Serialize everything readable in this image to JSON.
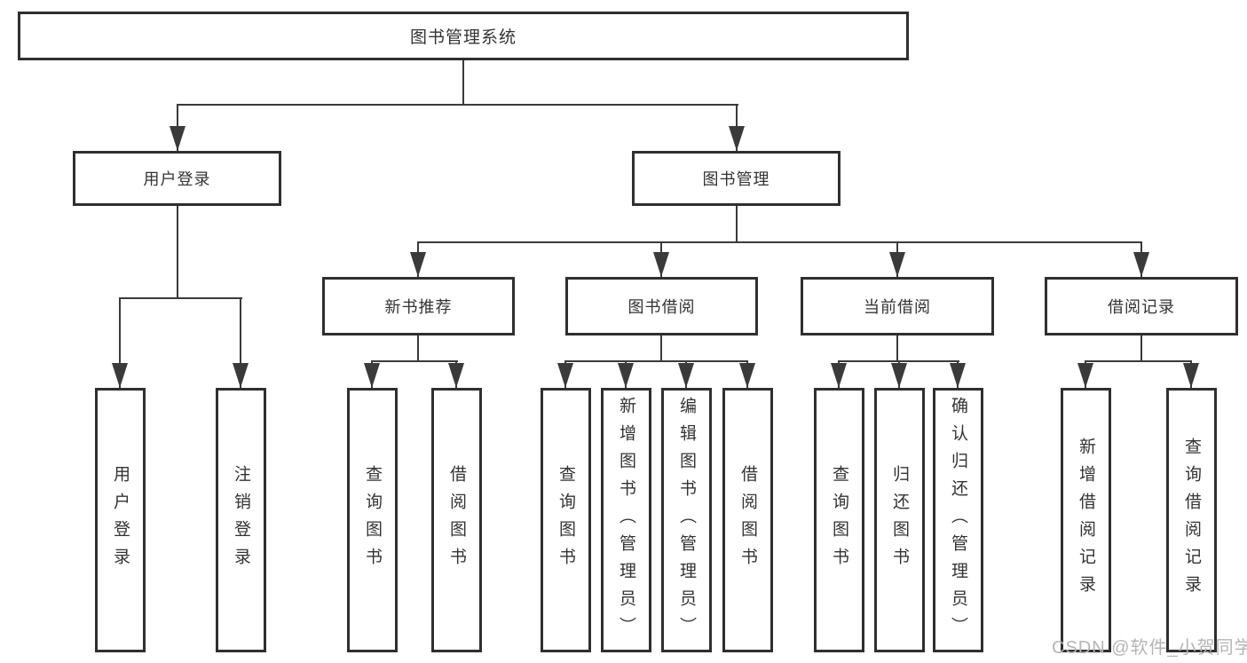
{
  "diagram": {
    "title": "图书管理系统",
    "root": {
      "label": "图书管理系统"
    },
    "level2": [
      {
        "label": "用户登录"
      },
      {
        "label": "图书管理"
      }
    ],
    "level3": [
      {
        "label": "新书推荐",
        "parent": "图书管理"
      },
      {
        "label": "图书借阅",
        "parent": "图书管理"
      },
      {
        "label": "当前借阅",
        "parent": "图书管理"
      },
      {
        "label": "借阅记录",
        "parent": "图书管理"
      }
    ],
    "leaves": [
      {
        "label": "用户登录",
        "parent": "用户登录"
      },
      {
        "label": "注销登录",
        "parent": "用户登录"
      },
      {
        "label": "查询图书",
        "parent": "新书推荐"
      },
      {
        "label": "借阅图书",
        "parent": "新书推荐"
      },
      {
        "label": "查询图书",
        "parent": "图书借阅"
      },
      {
        "label": "新增图书（管理员）",
        "parent": "图书借阅"
      },
      {
        "label": "编辑图书（管理员）",
        "parent": "图书借阅"
      },
      {
        "label": "借阅图书",
        "parent": "图书借阅"
      },
      {
        "label": "查询图书",
        "parent": "当前借阅"
      },
      {
        "label": "归还图书",
        "parent": "当前借阅"
      },
      {
        "label": "确认归还（管理员）",
        "parent": "当前借阅"
      },
      {
        "label": "新增借阅记录",
        "parent": "借阅记录"
      },
      {
        "label": "查询借阅记录",
        "parent": "借阅记录"
      }
    ],
    "colors": {
      "line": "#3a3a3a",
      "border": "#2f2f2f",
      "text": "#333333",
      "background": "#ffffff",
      "watermark": "#b5b5b5"
    }
  },
  "watermark": {
    "text": "CSDN @软件_小贺同学"
  }
}
